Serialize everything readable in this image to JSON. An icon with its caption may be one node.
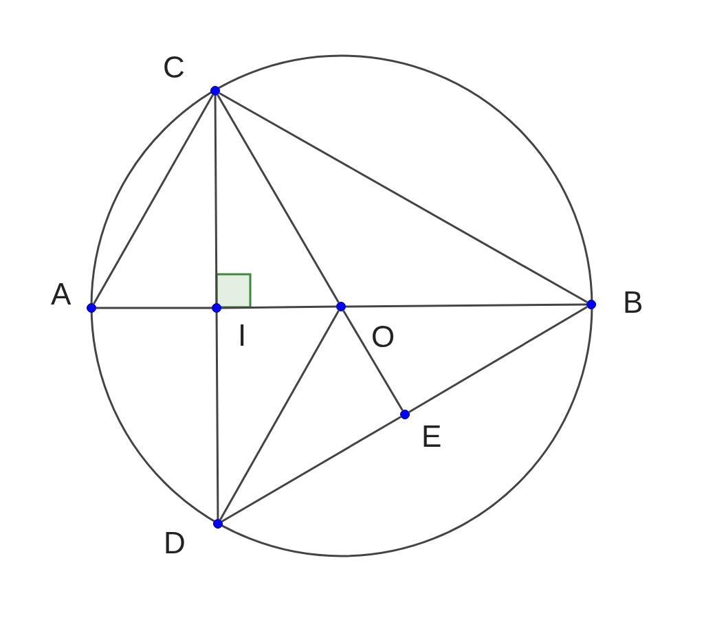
{
  "diagram": {
    "nodes": [
      {
        "text": [],
        "shape": "circle",
        "beside": [
          "C"
        ]
      },
      {
        "text": [],
        "shape": "circle",
        "beside": [
          "A"
        ]
      },
      {
        "text": [],
        "shape": "circle",
        "beside": [
          "I"
        ]
      },
      {
        "text": [],
        "shape": "circle",
        "beside": [
          "O"
        ]
      },
      {
        "text": [],
        "shape": "circle",
        "beside": [
          "B"
        ]
      },
      {
        "text": [],
        "shape": "circle",
        "beside": [
          "E"
        ]
      },
      {
        "text": [],
        "shape": "circle",
        "beside": [
          "D"
        ]
      }
    ],
    "edges": [
      {
        "from": 1,
        "to": 2,
        "arrow": "none"
      },
      {
        "from": 2,
        "to": 3,
        "arrow": "none"
      },
      {
        "from": 3,
        "to": 4,
        "arrow": "none"
      },
      {
        "from": 0,
        "to": 2,
        "arrow": "none"
      },
      {
        "from": 2,
        "to": 6,
        "arrow": "none"
      },
      {
        "from": 0,
        "to": 1,
        "arrow": "none"
      },
      {
        "from": 0,
        "to": 3,
        "arrow": "none"
      },
      {
        "from": 0,
        "to": 4,
        "arrow": "none"
      },
      {
        "from": 3,
        "to": 6,
        "arrow": "none"
      },
      {
        "from": 3,
        "to": 5,
        "arrow": "none"
      },
      {
        "from": 6,
        "to": 5,
        "arrow": "none"
      },
      {
        "from": 5,
        "to": 4,
        "arrow": "none"
      }
    ]
  }
}
